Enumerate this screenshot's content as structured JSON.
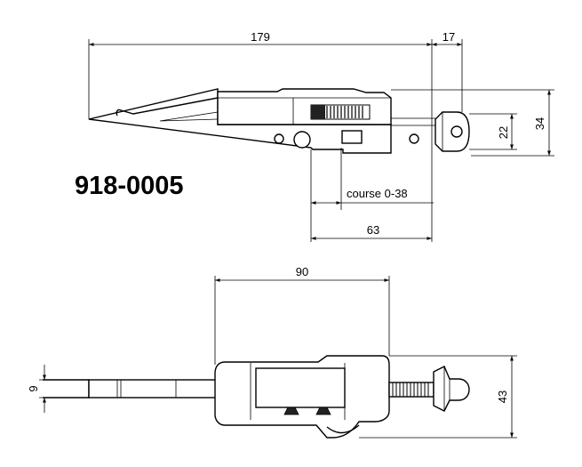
{
  "part_number": "918-0005",
  "dimensions": {
    "top_length": "179",
    "top_extension": "17",
    "display_height": "22",
    "total_height_side": "34",
    "course": "course 0-38",
    "base_length": "63",
    "body_length": "90",
    "tip_width": "9",
    "body_height": "43"
  }
}
